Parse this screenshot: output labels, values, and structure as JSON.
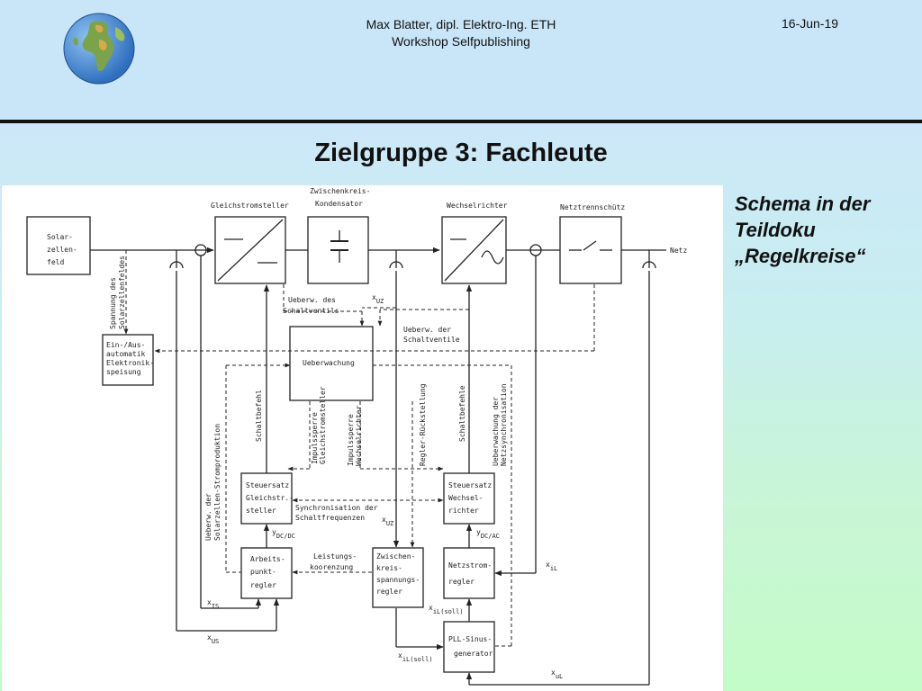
{
  "header": {
    "line1": "Max Blatter, dipl. Elektro-Ing. ETH",
    "line2": "Workshop Selfpublishing",
    "date": "16-Jun-19",
    "logo_icon": "globe-icon"
  },
  "title": "Zielgruppe 3: Fachleute",
  "side_note": {
    "line1": "Schema in der",
    "line2": "Teildoku",
    "line3": "„Regelkreise“"
  },
  "diagram": {
    "solar_1": "Solar-",
    "solar_2": "zellen-",
    "solar_3": "feld",
    "gleich_label": "Gleichstromsteller",
    "zk_label_1": "Zwischenkreis-",
    "zk_label_2": "Kondensator",
    "wechsel_label": "Wechselrichter",
    "netztrenn_label": "Netztrennschütz",
    "netz": "Netz",
    "spannung_1": "Spannung des",
    "spannung_2": "Solarzellenfeldes",
    "ein_1": "Ein-/Aus-",
    "ein_2": "automatik",
    "ein_3": "Elektronik-",
    "ein_4": "speisung",
    "ueberw_schalt_1": "Ueberw. des",
    "ueberw_schalt_2": "Schaltventils",
    "x_uz_top": "x",
    "x_uz_top_sub": "UZ",
    "ueberw_der_1": "Ueberw. der",
    "ueberw_der_2": "Schaltventile",
    "ueberwachung": "Ueberwachung",
    "schaltbefehl": "Schaltbefehl",
    "ueberw_solar_1": "Ueberw. der",
    "ueberw_solar_2": "Solarzellen-Stromproduktion",
    "impuls_gleich_1": "Impulssperre",
    "impuls_gleich_2": "Gleichstromsteller",
    "impuls_wechsel_1": "Impulssperre",
    "impuls_wechsel_2": "Wechselrichter",
    "regler_rueck": "Regler-Rückstellung",
    "schaltbefehle": "Schaltbefehle",
    "ueberw_netz_1": "Ueberwachung der",
    "ueberw_netz_2": "Netzsynchronisation",
    "steuer_g_1": "Steuersatz",
    "steuer_g_2": "Gleichstr.-",
    "steuer_g_3": "steller",
    "sync_1": "Synchronisation der",
    "sync_2": "Schaltfrequenzen",
    "steuer_w_1": "Steuersatz",
    "steuer_w_2": "Wechsel-",
    "steuer_w_3": "richter",
    "x_uz_mid": "x",
    "x_uz_mid_sub": "UZ",
    "y_dcdc": "y",
    "y_dcdc_sub": "DC/DC",
    "y_dcac": "y",
    "y_dcac_sub": "DC/AC",
    "arbeit_1": "Arbeits-",
    "arbeit_2": "punkt-",
    "arbeit_3": "regler",
    "leistung_1": "Leistungs-",
    "leistung_2": "koorenzung",
    "zwischen_1": "Zwischen-",
    "zwischen_2": "kreis-",
    "zwischen_3": "spannungs-",
    "zwischen_4": "regler",
    "netzstrom_1": "Netzstrom-",
    "netzstrom_2": "regler",
    "x_il": "x",
    "x_il_sub": "iL",
    "x_ilsoll": "x",
    "x_ilsoll_sub": "iL(soll)",
    "x_is": "x",
    "x_is_sub": "IS",
    "pll_1": "PLL-Sinus-",
    "pll_2": "generator",
    "x_us": "x",
    "x_us_sub": "US",
    "x_ilsoll2": "x",
    "x_ilsoll2_sub": "iL(soll)",
    "x_ul": "x",
    "x_ul_sub": "uL"
  }
}
